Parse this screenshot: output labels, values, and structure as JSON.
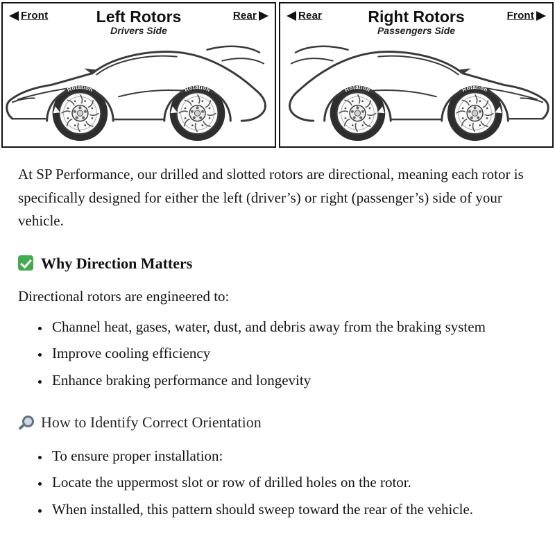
{
  "diagram": {
    "rotation_label": "Rotation",
    "left_panel": {
      "title": "Left Rotors",
      "subtitle": "Drivers Side",
      "left_label": "Front",
      "right_label": "Rear"
    },
    "right_panel": {
      "title": "Right Rotors",
      "subtitle": "Passengers Side",
      "left_label": "Rear",
      "right_label": "Front"
    }
  },
  "content": {
    "intro": "At SP Performance, our drilled and slotted rotors are directional, meaning each rotor is specifically designed for either the left (driver’s) or right (passenger’s) side of your vehicle.",
    "section1": {
      "icon": "check-icon",
      "icon_color": "#43ab4f",
      "heading": "Why Direction Matters",
      "lead": "Directional rotors are engineered to:",
      "bullets": [
        "Channel heat, gases, water, dust, and debris away from the braking system",
        "Improve cooling efficiency",
        "Enhance braking performance and longevity"
      ]
    },
    "section2": {
      "icon": "search-icon",
      "icon_color": "#5f7280",
      "heading": "How to Identify Correct Orientation",
      "bullets": [
        "To ensure proper installation:",
        "Locate the uppermost slot or row of drilled holes on the rotor.",
        "When installed, this pattern should sweep toward the rear of the vehicle."
      ]
    }
  }
}
